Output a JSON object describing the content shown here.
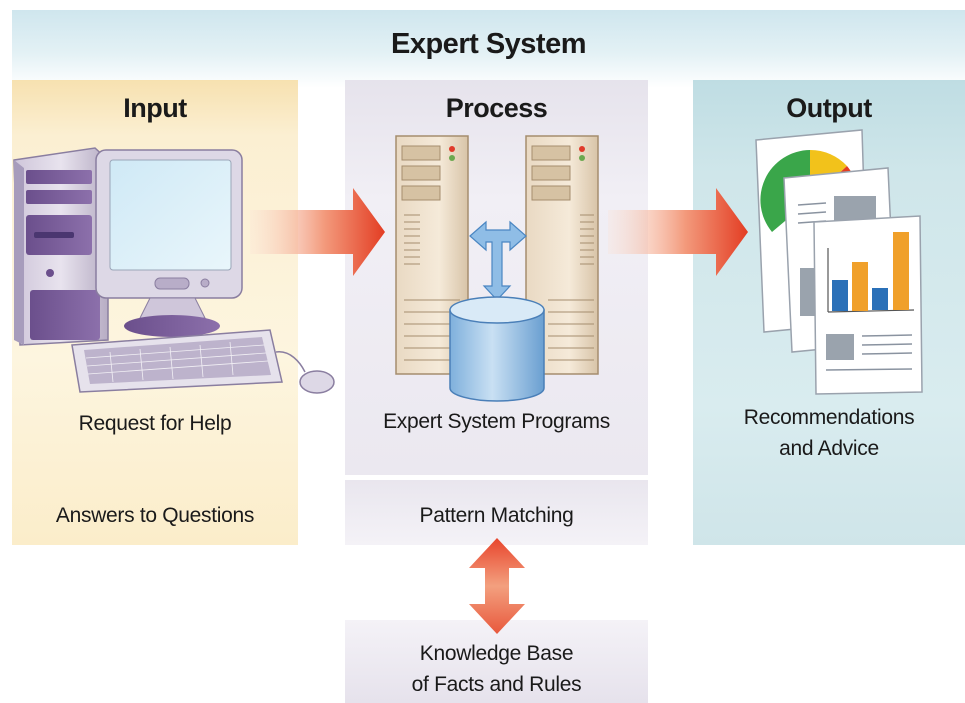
{
  "title": "Expert System",
  "input": {
    "heading": "Input",
    "label": "Request for Help",
    "secondary_label": "Answers to Questions"
  },
  "process": {
    "heading": "Process",
    "label": "Expert System Programs",
    "pattern_label": "Pattern Matching",
    "knowledge_label": "Knowledge Base\nof Facts and Rules"
  },
  "output": {
    "heading": "Output",
    "label": "Recommendations\nand Advice"
  },
  "colors": {
    "input_panel": "#fbefd2",
    "process_panel": "#efedf3",
    "output_panel": "#d2e8eb",
    "flow_arrow": "#e8452c",
    "bar_blue": "#2a70b8",
    "bar_orange": "#f0a02a"
  },
  "icons": {
    "input": "desktop-computer-icon",
    "process": "server-database-icon",
    "output": "report-documents-icon"
  }
}
